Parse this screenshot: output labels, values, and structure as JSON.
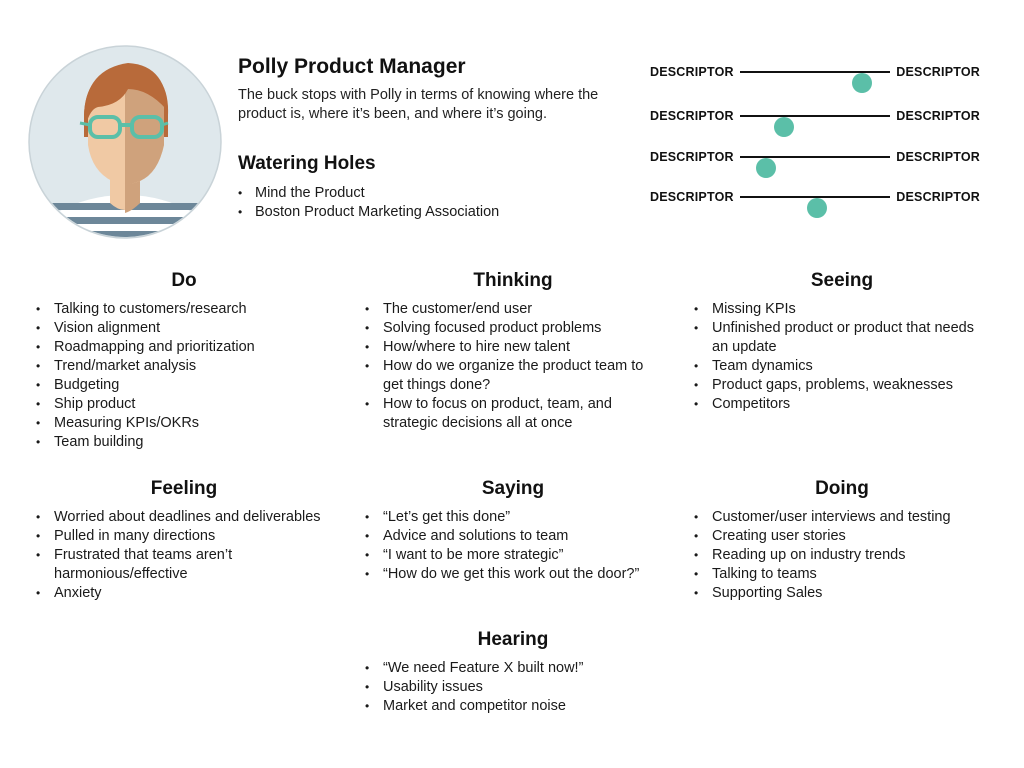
{
  "persona": {
    "name": "Polly Product Manager",
    "description": "The buck stops with Polly in terms of knowing where the product is, where it’s been, and where it’s going."
  },
  "watering_holes": {
    "title": "Watering Holes",
    "items": [
      "Mind the Product",
      "Boston Product Marketing Association"
    ]
  },
  "sliders": [
    {
      "left": "DESCRIPTOR",
      "right": "DESCRIPTOR",
      "value": 0.81
    },
    {
      "left": "DESCRIPTOR",
      "right": "DESCRIPTOR",
      "value": 0.29
    },
    {
      "left": "DESCRIPTOR",
      "right": "DESCRIPTOR",
      "value": 0.17
    },
    {
      "left": "DESCRIPTOR",
      "right": "DESCRIPTOR",
      "value": 0.51
    }
  ],
  "sections": {
    "do": {
      "title": "Do",
      "items": [
        "Talking to customers/research",
        "Vision alignment",
        "Roadmapping and prioritization",
        "Trend/market analysis",
        "Budgeting",
        "Ship product",
        "Measuring KPIs/OKRs",
        "Team building"
      ]
    },
    "thinking": {
      "title": "Thinking",
      "items": [
        "The customer/end user",
        "Solving focused product problems",
        "How/where to hire new talent",
        "How do we organize the product team to get things done?",
        "How to focus on product, team, and strategic decisions all at once"
      ]
    },
    "seeing": {
      "title": "Seeing",
      "items": [
        "Missing KPIs",
        "Unfinished product or product that needs an update",
        "Team dynamics",
        "Product gaps, problems, weaknesses",
        "Competitors"
      ]
    },
    "feeling": {
      "title": "Feeling",
      "items": [
        "Worried about deadlines and deliverables",
        "Pulled in many directions",
        "Frustrated that teams aren’t harmonious/effective",
        "Anxiety"
      ]
    },
    "saying": {
      "title": "Saying",
      "items": [
        "“Let’s get this done”",
        "Advice and solutions to team",
        "“I want to be more strategic”",
        "“How do we get this work out the door?”"
      ]
    },
    "doing": {
      "title": "Doing",
      "items": [
        "Customer/user interviews and testing",
        "Creating user stories",
        "Reading up on industry trends",
        "Talking to teams",
        "Supporting Sales"
      ]
    },
    "hearing": {
      "title": "Hearing",
      "items": [
        "“We need Feature X built now!”",
        "Usability issues",
        "Market and competitor noise"
      ]
    }
  },
  "colors": {
    "slider_knob": "#5bbfa8",
    "avatar_bg": "#dfe8ec"
  }
}
